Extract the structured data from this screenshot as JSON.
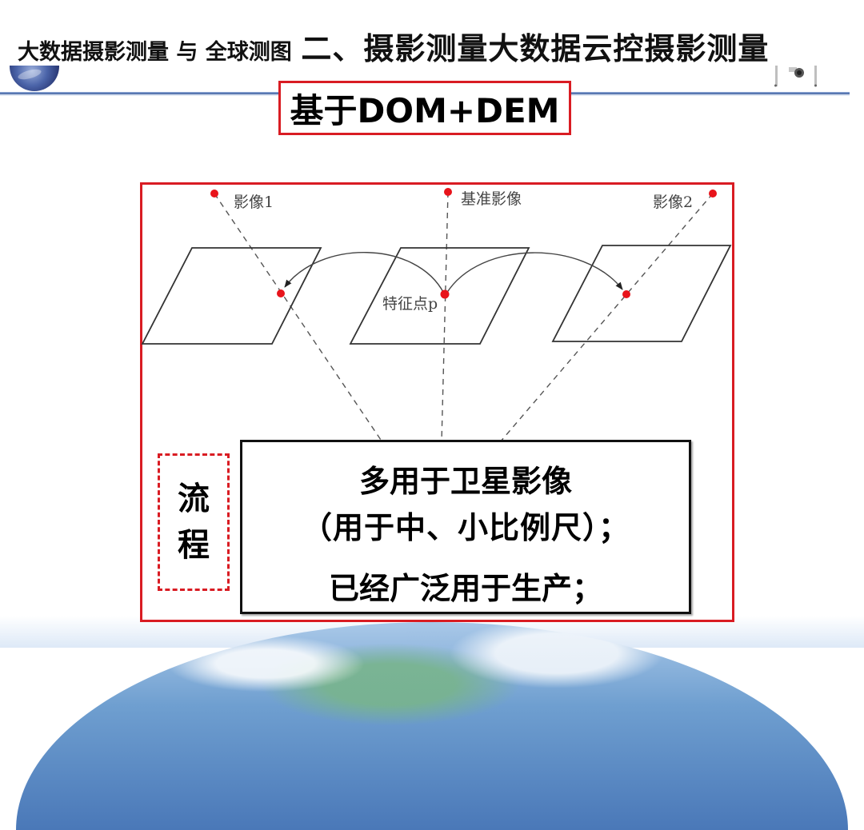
{
  "header": {
    "subtitle": "大数据摄影测量 与 全球测图",
    "title": "二、摄影测量大数据云控摄影测量"
  },
  "section_heading": "基于DOM+DEM",
  "diagram": {
    "labels": {
      "image1": "影像1",
      "reference_image": "基准影像",
      "image2": "影像2",
      "feature_point": "特征点p"
    },
    "colors": {
      "frame": "#d91c23",
      "point": "#e8141b",
      "line": "#333333"
    }
  },
  "flow_label": [
    "流",
    "程"
  ],
  "notes": {
    "line1": "多用于卫星影像",
    "line2": "（用于中、小比例尺）；",
    "line3": "已经广泛用于生产；"
  }
}
